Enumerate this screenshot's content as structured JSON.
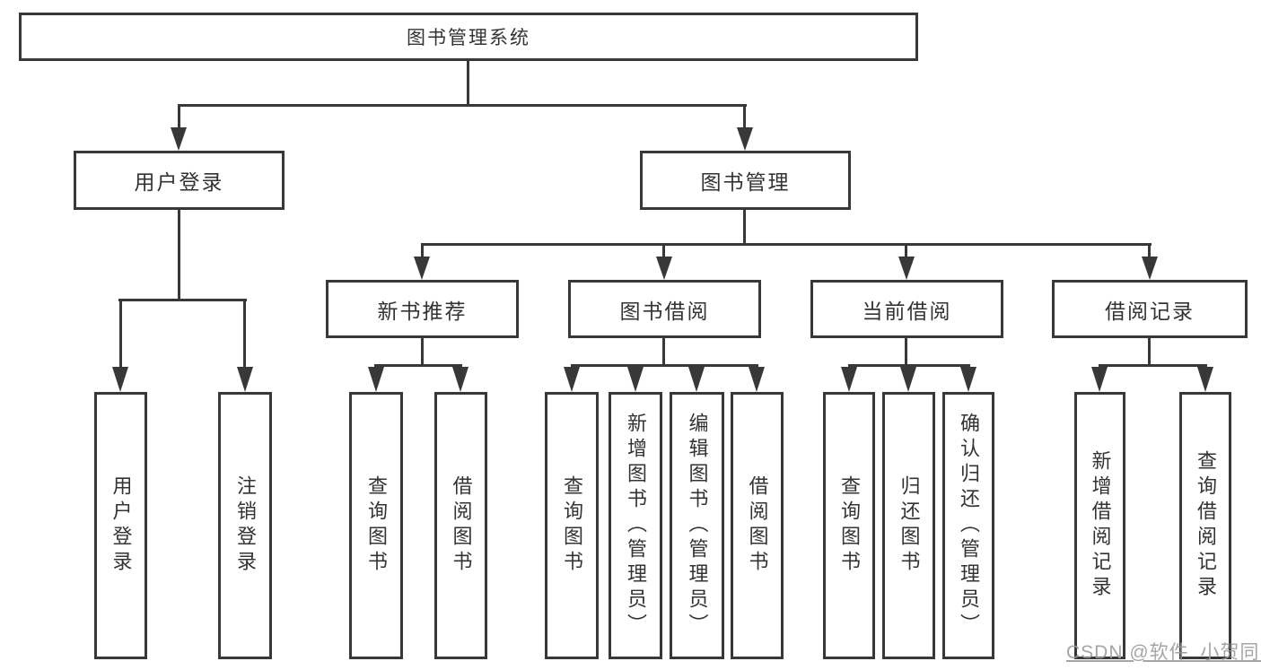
{
  "diagram_type": "hierarchy-tree",
  "tree": {
    "label": "图书管理系统",
    "children": [
      {
        "label": "用户登录",
        "children": [
          {
            "label": "用户登录"
          },
          {
            "label": "注销登录"
          }
        ]
      },
      {
        "label": "图书管理",
        "children": [
          {
            "label": "新书推荐",
            "children": [
              {
                "label": "查询图书"
              },
              {
                "label": "借阅图书"
              }
            ]
          },
          {
            "label": "图书借阅",
            "children": [
              {
                "label": "查询图书"
              },
              {
                "label": "新增图书（管理员）"
              },
              {
                "label": "编辑图书（管理员）"
              },
              {
                "label": "借阅图书"
              }
            ]
          },
          {
            "label": "当前借阅",
            "children": [
              {
                "label": "查询图书"
              },
              {
                "label": "归还图书"
              },
              {
                "label": "确认归还（管理员）"
              }
            ]
          },
          {
            "label": "借阅记录",
            "children": [
              {
                "label": "新增借阅记录"
              },
              {
                "label": "查询借阅记录"
              }
            ]
          }
        ]
      }
    ]
  },
  "watermark": {
    "text": "CSDN @软件_小贺同学"
  },
  "colors": {
    "line": "#383838",
    "text": "#333333",
    "background": "#ffffff",
    "watermark": "#9c9c9c"
  }
}
